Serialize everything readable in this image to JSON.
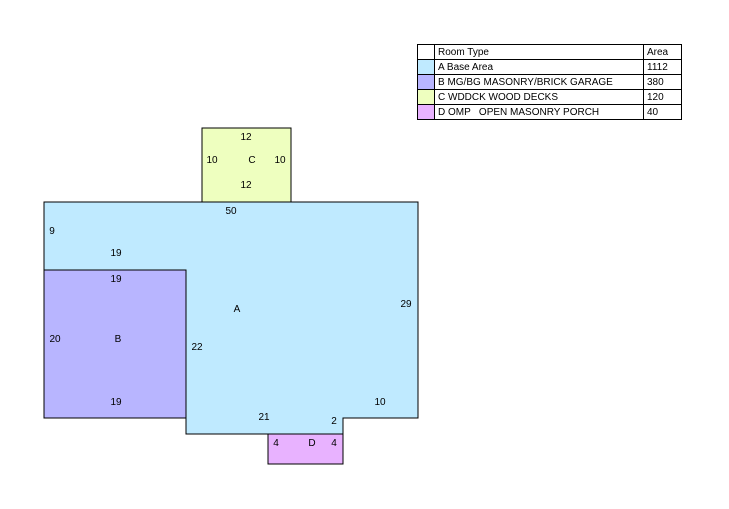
{
  "legend": {
    "headers": {
      "type": "Room Type",
      "area": "Area"
    },
    "rows": [
      {
        "type": "A Base Area",
        "area": "1112",
        "color": "#bfeaff"
      },
      {
        "type": "B MG/BG MASONRY/BRICK GARAGE",
        "area": "380",
        "color": "#b8b5ff"
      },
      {
        "type": "C WDDCK WOOD DECKS",
        "area": "120",
        "color": "#eeffbf"
      },
      {
        "type": "D OMP   OPEN MASONRY PORCH",
        "area": "40",
        "color": "#e8b2ff"
      }
    ]
  },
  "sketch": {
    "outline_color": "#000000",
    "areas": {
      "A": {
        "label": "A",
        "color": "#bfeaff"
      },
      "B": {
        "label": "B",
        "color": "#b8b5ff"
      },
      "C": {
        "label": "C",
        "color": "#eeffbf"
      },
      "D": {
        "label": "D",
        "color": "#e8b2ff"
      }
    },
    "dimensions": {
      "c_top": "12",
      "c_left": "10",
      "c_right": "10",
      "c_bottom": "12",
      "a_top": "50",
      "a_left_upper": "9",
      "a_inner_top": "19",
      "a_right": "29",
      "a_inner_left": "22",
      "a_bottom": "21",
      "a_step": "2",
      "a_bottom_right": "10",
      "b_top": "19",
      "b_left": "20",
      "b_bottom": "19",
      "d_left": "4",
      "d_right": "4"
    }
  }
}
